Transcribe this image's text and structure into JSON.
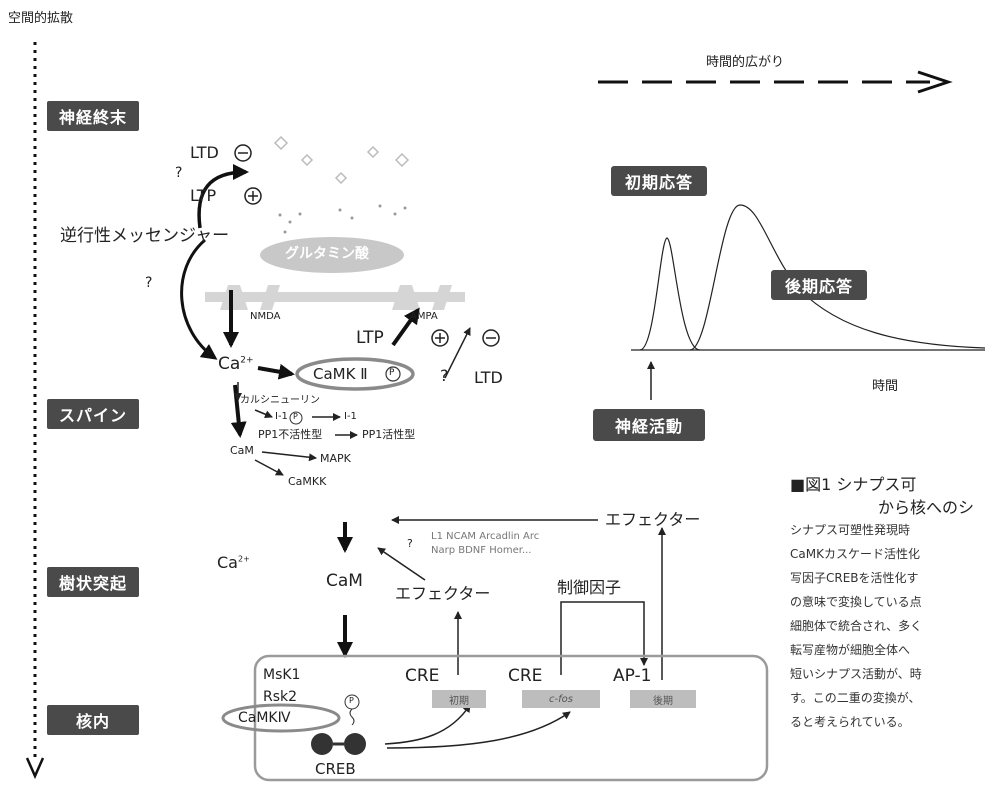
{
  "corner_label": "空間的拡散",
  "levels": [
    "神経終末",
    "スパイン",
    "樹状突起",
    "核内"
  ],
  "time_arrow_label": "時間的広がり",
  "terminal": {
    "q1": "?",
    "ltd": "LTD",
    "ltp": "LTP",
    "retro": "逆行性メッセンジャー",
    "q2": "?",
    "glutamate": "グルタミン酸"
  },
  "spine": {
    "nmda": "NMDA",
    "ampa": "AMPA",
    "ltp": "LTP",
    "ca": "Ca",
    "ca_sup": "2+",
    "camk2": "CaMK Ⅱ",
    "p": "P",
    "ltd_q": "?",
    "ltd": "LTD",
    "calcineurin": "カルシニューリン",
    "i1": "I-1",
    "i1b": "I-1",
    "pp1_in": "PP1不活性型",
    "pp1_act": "PP1活性型",
    "cam": "CaM",
    "mapk": "MAPK",
    "camkk": "CaMKK"
  },
  "dendrite": {
    "effector_top": "エフェクター",
    "q": "?",
    "effectors_line1": "L1 NCAM Arcadlin Arc",
    "effectors_line2": "Narp BDNF Homer...",
    "ca": "Ca",
    "ca_sup": "2+",
    "cam": "CaM",
    "effector": "エフェクター",
    "control": "制御因子"
  },
  "nucleus": {
    "msk1": "MsK1",
    "rsk2": "Rsk2",
    "camk4": "CaMKⅣ",
    "p": "P",
    "creb": "CREB",
    "cre1": "CRE",
    "cre2": "CRE",
    "ap1": "AP-1",
    "gene_early": "初期",
    "gene_cfos": "c-fos",
    "gene_late": "後期"
  },
  "graph": {
    "early": "初期応答",
    "late": "後期応答",
    "xlabel": "時間",
    "activity": "神経活動"
  },
  "caption": {
    "title1": "■図1  シナプス可",
    "title2": "から核へのシ",
    "lines": [
      "シナプス可塑性発現時",
      "CaMKカスケード活性化",
      "写因子CREBを活性化す",
      "の意味で変換している点",
      "細胞体で統合され、多く",
      "転写産物が細胞全体へ",
      "短いシナプス活動が、時",
      "す。この二重の変換が、",
      "ると考えられている。"
    ]
  },
  "colors": {
    "label_bg": "#4a4a4a",
    "label_fg": "#ffffff",
    "ring": "#8a8a8a",
    "nucleus_border": "#9a9a9a"
  }
}
